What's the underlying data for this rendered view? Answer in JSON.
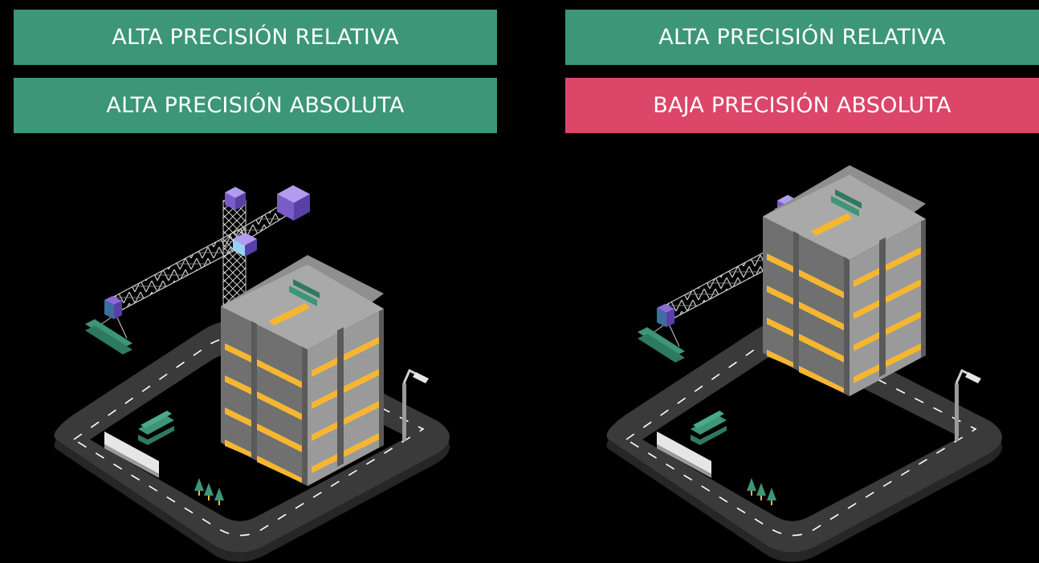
{
  "colors": {
    "background": "#000000",
    "high_precision": "#3c9677",
    "low_precision": "#db4669",
    "accent_yellow": "#f5b731",
    "crane_purple": "#8d6cd8",
    "road": "#3a3a3a",
    "building_gray": "#8f8f8f",
    "green_beams": "#3c9677"
  },
  "left_panel": {
    "relative_label": "ALTA PRECISIÓN RELATIVA",
    "relative_status": "high",
    "absolute_label": "ALTA PRECISIÓN ABSOLUTA",
    "absolute_status": "high"
  },
  "right_panel": {
    "relative_label": "ALTA PRECISIÓN RELATIVA",
    "relative_status": "high",
    "absolute_label": "BAJA PRECISIÓN ABSOLUTA",
    "absolute_status": "low"
  }
}
